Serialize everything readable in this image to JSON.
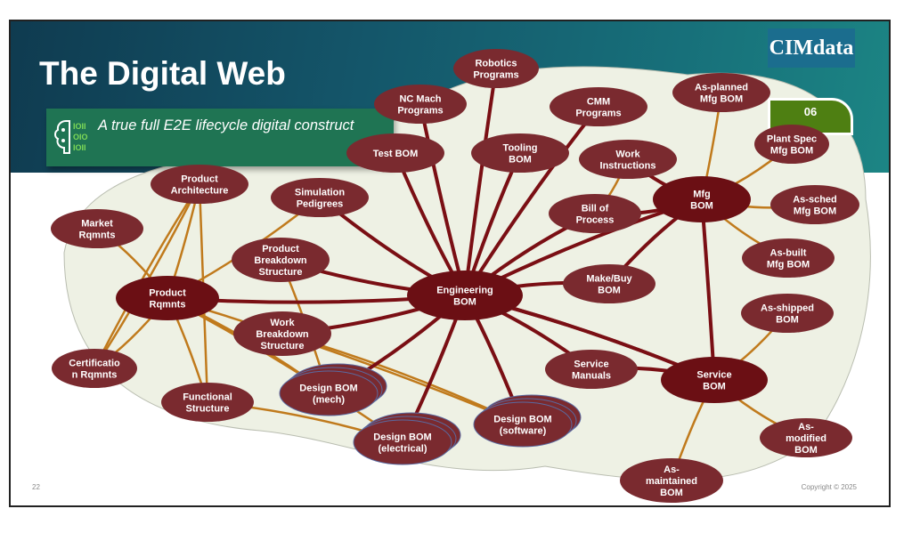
{
  "title": "The Digital Web",
  "logo": "CIMdata",
  "banner": {
    "text": "A true full E2E lifecycle digital construct",
    "binary": [
      "IOII",
      "OIO",
      "IOII"
    ]
  },
  "badge": "06",
  "footer": {
    "page": "22",
    "copyright": "Copyright © 2025"
  },
  "colors": {
    "node": "#7a2a2f",
    "node_dark": "#6b0f14",
    "edge_dark": "#7a0f14",
    "edge_light": "#c07a1c",
    "header": "#14566a",
    "banner": "#1f7453"
  },
  "nodes": [
    {
      "id": "robotics",
      "lines": [
        "Robotics",
        "Programs"
      ]
    },
    {
      "id": "ncmach",
      "lines": [
        "NC Mach",
        "Programs"
      ]
    },
    {
      "id": "cmm",
      "lines": [
        "CMM",
        "Programs"
      ]
    },
    {
      "id": "asplanned",
      "lines": [
        "As-planned",
        "Mfg BOM"
      ]
    },
    {
      "id": "testbom",
      "lines": [
        "Test BOM"
      ]
    },
    {
      "id": "tooling",
      "lines": [
        "Tooling",
        "BOM"
      ]
    },
    {
      "id": "workinstr",
      "lines": [
        "Work",
        "Instructions"
      ]
    },
    {
      "id": "plantspec",
      "lines": [
        "Plant Spec",
        "Mfg BOM"
      ]
    },
    {
      "id": "prodarch",
      "lines": [
        "Product",
        "Architecture"
      ]
    },
    {
      "id": "simped",
      "lines": [
        "Simulation",
        "Pedigrees"
      ]
    },
    {
      "id": "bop",
      "lines": [
        "Bill of",
        "Process"
      ]
    },
    {
      "id": "mfgbom",
      "lines": [
        "Mfg",
        "BOM"
      ]
    },
    {
      "id": "assched",
      "lines": [
        "As-sched",
        "Mfg BOM"
      ]
    },
    {
      "id": "market",
      "lines": [
        "Market",
        "Rqmnts"
      ]
    },
    {
      "id": "pbs",
      "lines": [
        "Product",
        "Breakdown",
        "Structure"
      ]
    },
    {
      "id": "asbuilt",
      "lines": [
        "As-built",
        "Mfg BOM"
      ]
    },
    {
      "id": "prodreq",
      "lines": [
        "Product",
        "Rqmnts"
      ]
    },
    {
      "id": "ebom",
      "lines": [
        "Engineering",
        "BOM"
      ]
    },
    {
      "id": "makebuy",
      "lines": [
        "Make/Buy",
        "BOM"
      ]
    },
    {
      "id": "asshipped",
      "lines": [
        "As-shipped",
        "BOM"
      ]
    },
    {
      "id": "wbs",
      "lines": [
        "Work",
        "Breakdown",
        "Structure"
      ]
    },
    {
      "id": "cert",
      "lines": [
        "Certificatio",
        "n Rqmnts"
      ]
    },
    {
      "id": "servman",
      "lines": [
        "Service",
        "Manuals"
      ]
    },
    {
      "id": "servbom",
      "lines": [
        "Service",
        "BOM"
      ]
    },
    {
      "id": "funcstruct",
      "lines": [
        "Functional",
        "Structure"
      ]
    },
    {
      "id": "dbmech",
      "lines": [
        "Design BOM",
        "(mech)"
      ]
    },
    {
      "id": "dbelec",
      "lines": [
        "Design BOM",
        "(electrical)"
      ]
    },
    {
      "id": "dbsoft",
      "lines": [
        "Design BOM",
        "(software)"
      ]
    },
    {
      "id": "asmodified",
      "lines": [
        "As-",
        "modified",
        "BOM"
      ]
    },
    {
      "id": "asmaintained",
      "lines": [
        "As-",
        "maintained",
        "BOM"
      ]
    }
  ]
}
